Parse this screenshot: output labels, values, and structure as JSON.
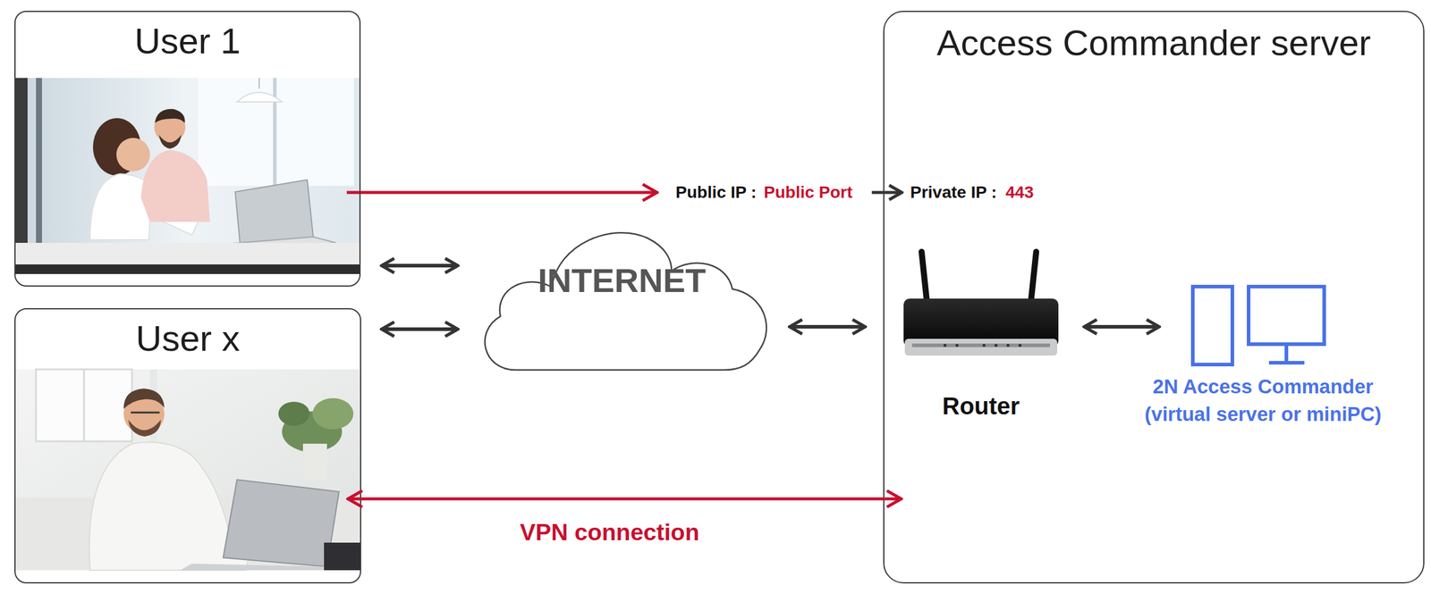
{
  "diagram": {
    "nodes": [
      {
        "text": [
          "User 1"
        ]
      },
      {
        "text": [
          "User x"
        ]
      },
      {
        "text": [
          "INTERNET"
        ]
      },
      {
        "text": [
          "Access Commander server"
        ]
      },
      {
        "text": [
          "Router"
        ],
        "in": 3
      },
      {
        "text": [
          "2N Access Commander (virtual server or miniPC)"
        ],
        "in": 3
      }
    ],
    "edges": [
      {
        "from": 0,
        "to": 2,
        "arrow": "both"
      },
      {
        "from": 1,
        "to": 2,
        "arrow": "both"
      },
      {
        "from": 2,
        "to": 4,
        "arrow": "both"
      },
      {
        "from": 4,
        "to": 5,
        "arrow": "both"
      },
      {
        "from": 1,
        "to": 3,
        "label": "VPN connection",
        "arrow": "both"
      }
    ],
    "labels": [
      "Public IP :",
      "Public Port",
      "Private IP :",
      "443"
    ]
  }
}
